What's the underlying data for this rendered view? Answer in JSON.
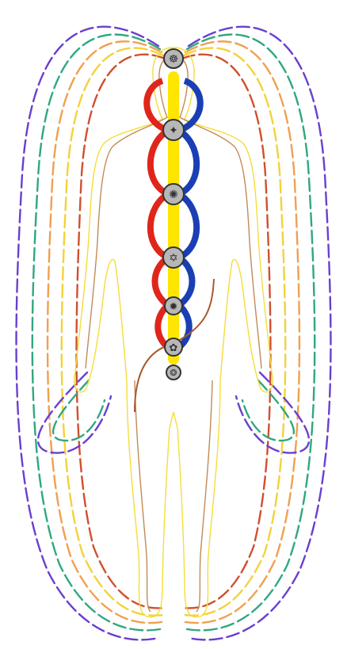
{
  "colors": {
    "field_purple": "#6a3fd0",
    "field_green": "#2fa87e",
    "field_orange": "#f0a050",
    "field_yellow": "#f3d23a",
    "field_red": "#d05030",
    "body_outline_yellow": "#f5dd3a",
    "body_outline_brown": "#c28a55",
    "channel_red": "#e0261b",
    "channel_blue": "#1a3fb5",
    "central_yellow": "#ffe600",
    "energy_arrow": "#a85a2c",
    "chakra_fill": "#b7b7b7",
    "chakra_ring": "#333333"
  },
  "chakras": [
    {
      "name": "crown",
      "symbol": "☸"
    },
    {
      "name": "third-eye",
      "symbol": "✦"
    },
    {
      "name": "throat",
      "symbol": "✺"
    },
    {
      "name": "heart",
      "symbol": "✡"
    },
    {
      "name": "solar-plexus",
      "symbol": "✹"
    },
    {
      "name": "sacral",
      "symbol": "✿"
    },
    {
      "name": "root",
      "symbol": "❂"
    }
  ]
}
